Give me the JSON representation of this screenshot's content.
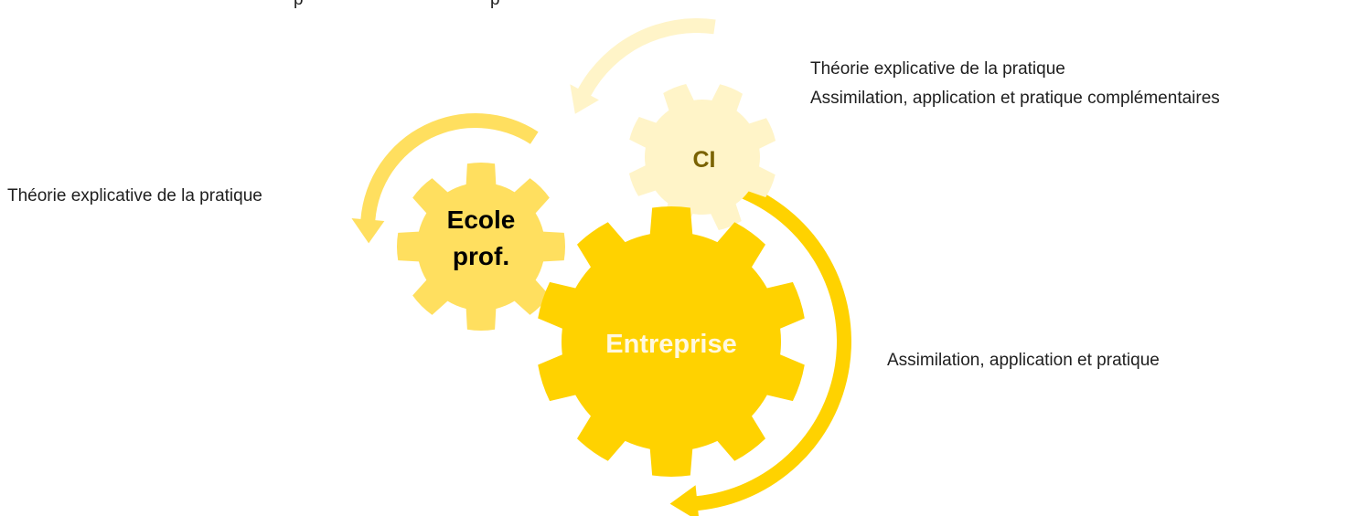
{
  "colors": {
    "entreprise_gear": "#FFD200",
    "ecole_gear": "#FFDF5F",
    "ci_gear": "#FFF4C8",
    "entreprise_arrow": "#FFD200",
    "ecole_arrow": "#FFDF5F",
    "ci_arrow": "#FFF4C8",
    "entreprise_text": "#FFF8E0",
    "ecole_text": "#000000",
    "ci_text": "#7A6200"
  },
  "gears": {
    "entreprise": {
      "label": "Entreprise"
    },
    "ecole": {
      "label_line1": "Ecole",
      "label_line2": "prof."
    },
    "ci": {
      "label": "CI"
    }
  },
  "descriptions": {
    "ci_line1": "Théorie explicative de la pratique",
    "ci_line2": "Assimilation, application et pratique complémentaires",
    "ecole": "Théorie explicative de la pratique",
    "entreprise": "Assimilation, application et pratique"
  },
  "cropped_top_text": {
    "fragment1": "p",
    "fragment2": "p"
  }
}
